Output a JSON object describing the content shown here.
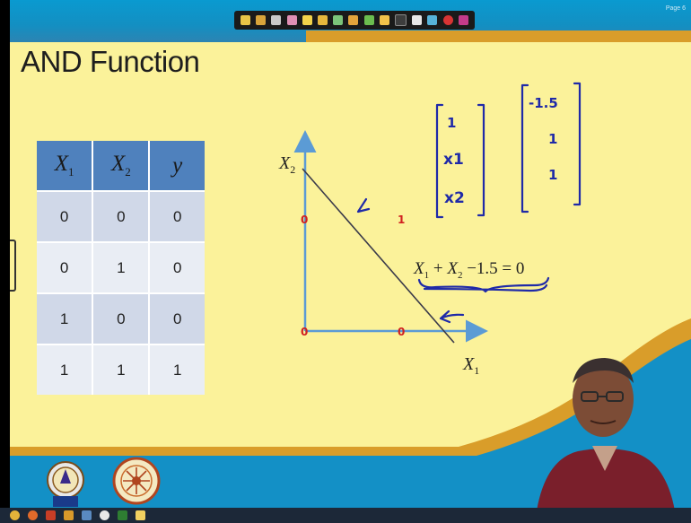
{
  "slide": {
    "title": "AND Function",
    "page_label": "Page 6"
  },
  "truth_table": {
    "headers": [
      {
        "main": "X",
        "sub": "1"
      },
      {
        "main": "X",
        "sub": "2"
      },
      {
        "main": "y",
        "sub": ""
      }
    ],
    "rows": [
      [
        "0",
        "0",
        "0"
      ],
      [
        "0",
        "1",
        "0"
      ],
      [
        "1",
        "0",
        "0"
      ],
      [
        "1",
        "1",
        "1"
      ]
    ]
  },
  "graph": {
    "y_axis_label": {
      "main": "X",
      "sub": "2"
    },
    "x_axis_label": {
      "main": "X",
      "sub": "1"
    },
    "equation": {
      "x1": "X",
      "x1_sub": "1",
      "plus": " + ",
      "x2": "X",
      "x2_sub": "2",
      "rest": " −1.5 = 0"
    },
    "points": [
      {
        "name": "point-0-1",
        "label": "0"
      },
      {
        "name": "point-1-1",
        "label": "1"
      },
      {
        "name": "point-0-0",
        "label": "0"
      },
      {
        "name": "point-1-0",
        "label": "0"
      }
    ]
  },
  "annotations": {
    "input_vector": [
      "1",
      "x1",
      "x2"
    ],
    "weight_vector": [
      "-1.5",
      "1",
      "1"
    ]
  },
  "colors": {
    "background": "#fbf29a",
    "header_blue": "#4f81bd",
    "axis_blue": "#5b9bd5",
    "ink_blue": "#1f2aa8",
    "point_red": "#d02020"
  },
  "toolbar_icons": [
    "pointer-tool",
    "pen-tool",
    "highlighter-tool",
    "eraser-tool",
    "arrow-tool",
    "shape-tool",
    "line-tool",
    "pencil-tool",
    "marker-tool",
    "brush-tool",
    "dot-tool",
    "spotlight-tool",
    "screen-tool",
    "record-tool",
    "stop-tool"
  ],
  "taskbar_icons": [
    "chrome-icon",
    "firefox-icon",
    "powerpoint-icon",
    "media-icon",
    "network-icon",
    "camera-icon",
    "excel-icon",
    "folder-icon"
  ]
}
